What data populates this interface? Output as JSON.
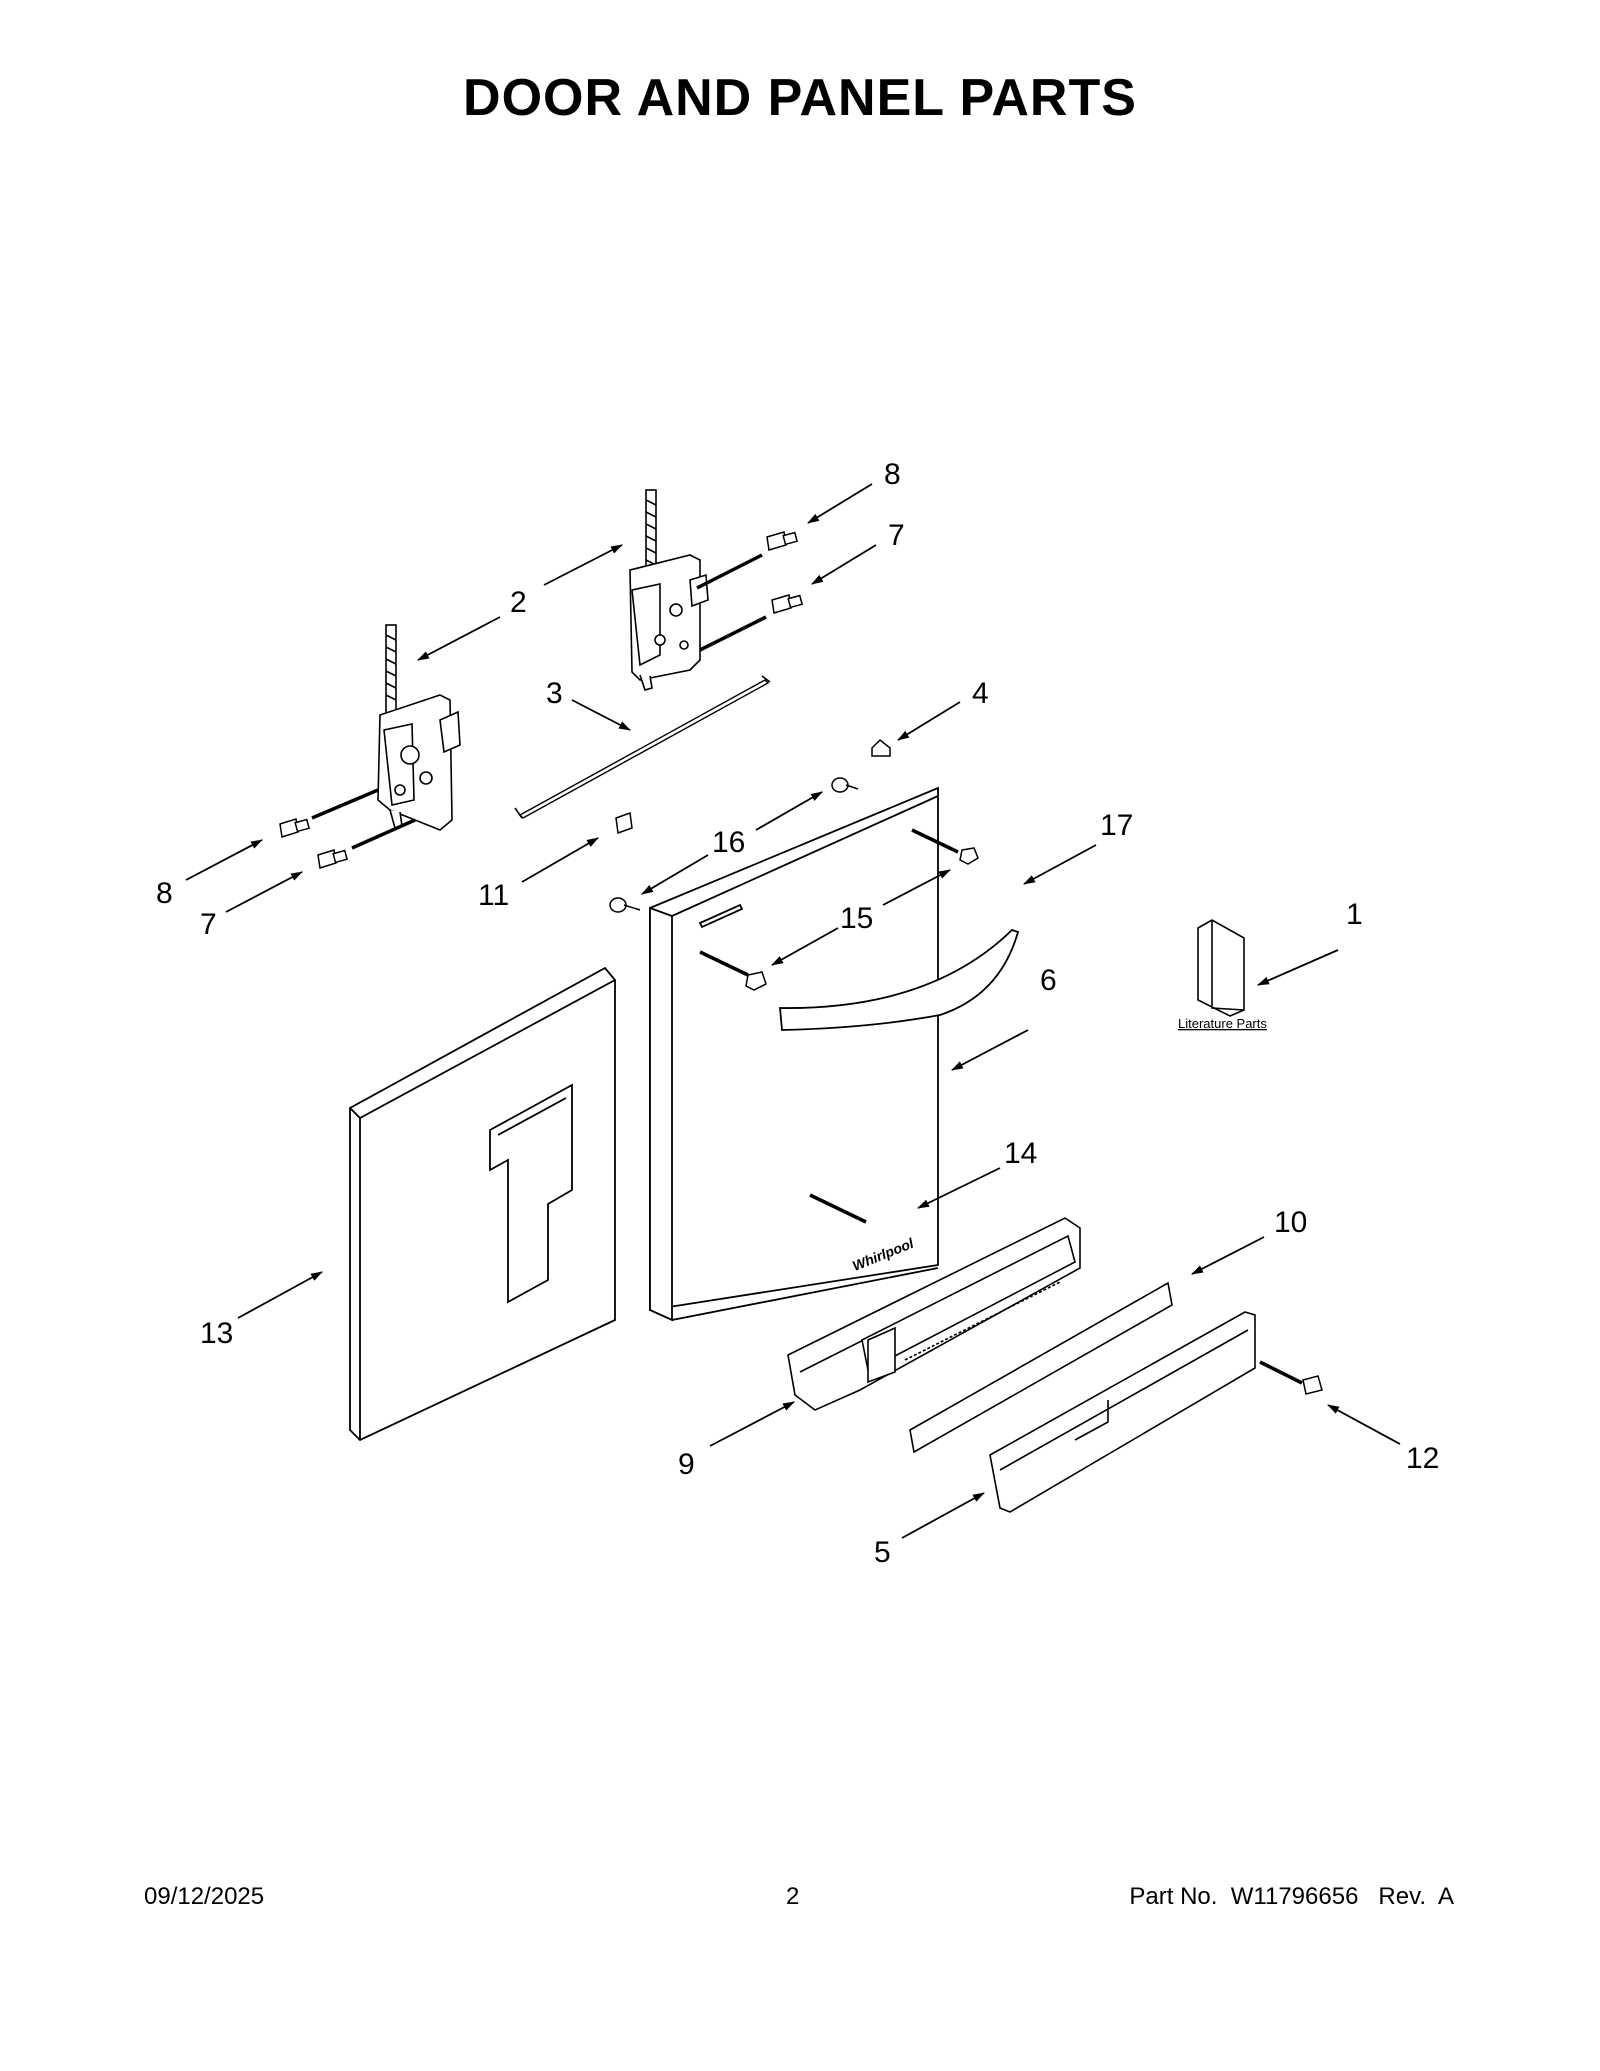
{
  "page": {
    "title": "DOOR AND PANEL PARTS"
  },
  "diagram": {
    "callouts": [
      {
        "id": "c8-top",
        "label": "8"
      },
      {
        "id": "c7-top",
        "label": "7"
      },
      {
        "id": "c2",
        "label": "2"
      },
      {
        "id": "c3",
        "label": "3"
      },
      {
        "id": "c4",
        "label": "4"
      },
      {
        "id": "c8-left",
        "label": "8"
      },
      {
        "id": "c7-left",
        "label": "7"
      },
      {
        "id": "c11",
        "label": "11"
      },
      {
        "id": "c16",
        "label": "16"
      },
      {
        "id": "c17",
        "label": "17"
      },
      {
        "id": "c15",
        "label": "15"
      },
      {
        "id": "c1",
        "label": "1"
      },
      {
        "id": "c6",
        "label": "6"
      },
      {
        "id": "c14",
        "label": "14"
      },
      {
        "id": "c10",
        "label": "10"
      },
      {
        "id": "c13",
        "label": "13"
      },
      {
        "id": "c9",
        "label": "9"
      },
      {
        "id": "c12",
        "label": "12"
      },
      {
        "id": "c5",
        "label": "5"
      }
    ],
    "literature_label": "Literature Parts",
    "logo_text": "Whirlpool"
  },
  "footer": {
    "date": "09/12/2025",
    "page_number": "2",
    "part_number": "Part No.  W11796656   Rev.  A"
  }
}
